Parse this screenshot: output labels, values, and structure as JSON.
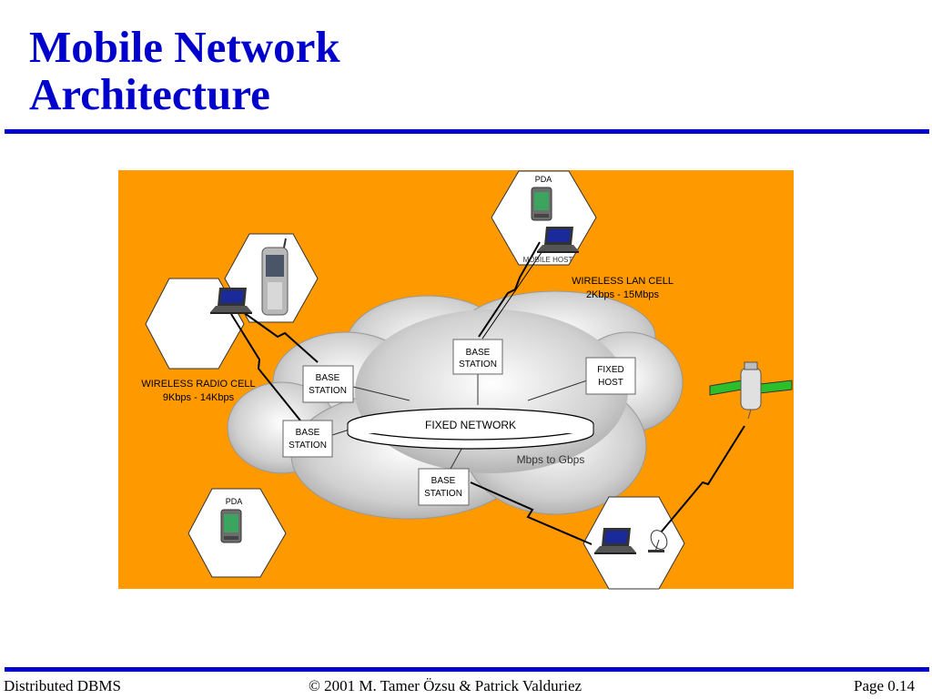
{
  "slide": {
    "title_line1": "Mobile Network",
    "title_line2": "Architecture"
  },
  "colors": {
    "title": "#0000cc",
    "rule": "#0000cc",
    "background_panel": "#ff9900"
  },
  "diagram": {
    "fixed_network": "FIXED NETWORK",
    "speed": "Mbps to Gbps",
    "base_station_line1": "BASE",
    "base_station_line2": "STATION",
    "fixed_host_line1": "FIXED",
    "fixed_host_line2": "HOST",
    "wireless_lan_title": "WIRELESS LAN CELL",
    "wireless_lan_speed": "2Kbps - 15Mbps",
    "wireless_radio_title": "WIRELESS RADIO CELL",
    "wireless_radio_speed": "9Kbps - 14Kbps",
    "pda_label": "PDA",
    "mobile_host_label": "MOBILE HOST"
  },
  "footer": {
    "left": "Distributed DBMS",
    "center": "© 2001 M. Tamer Özsu & Patrick Valduriez",
    "right": "Page 0.14"
  }
}
